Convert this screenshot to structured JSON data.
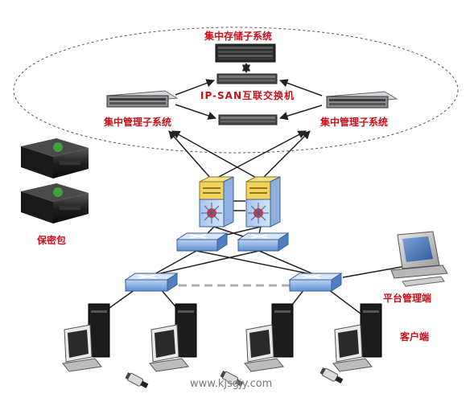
{
  "labels": {
    "storage_subsystem": "集中存储子系统",
    "ipsan_switch": "IP-SAN互联交换机",
    "mgmt_left": "集中管理子系统",
    "mgmt_right": "集中管理子系统",
    "safe_box": "保密包",
    "platform_admin": "平台管理端",
    "client": "客户端",
    "watermark": "www.kjsgjy.com"
  },
  "colors": {
    "label_red": "#c8101a",
    "line": "#222222",
    "dash_line": "#b0b0b0",
    "switch_blue": "#6f9bd6",
    "core_switch_yellow": "#f3d35c",
    "server_gray": "#8a8d92"
  },
  "icons": {
    "storage_array": "storage-array-icon",
    "ipsan_switch": "network-switch-icon",
    "server": "rack-server-icon",
    "console": "game-console-icon",
    "core_switch": "core-switch-icon",
    "switch": "workgroup-switch-icon",
    "monitor": "crt-monitor-icon",
    "workstation": "desktop-workstation-icon",
    "usb_key": "usb-key-icon"
  }
}
